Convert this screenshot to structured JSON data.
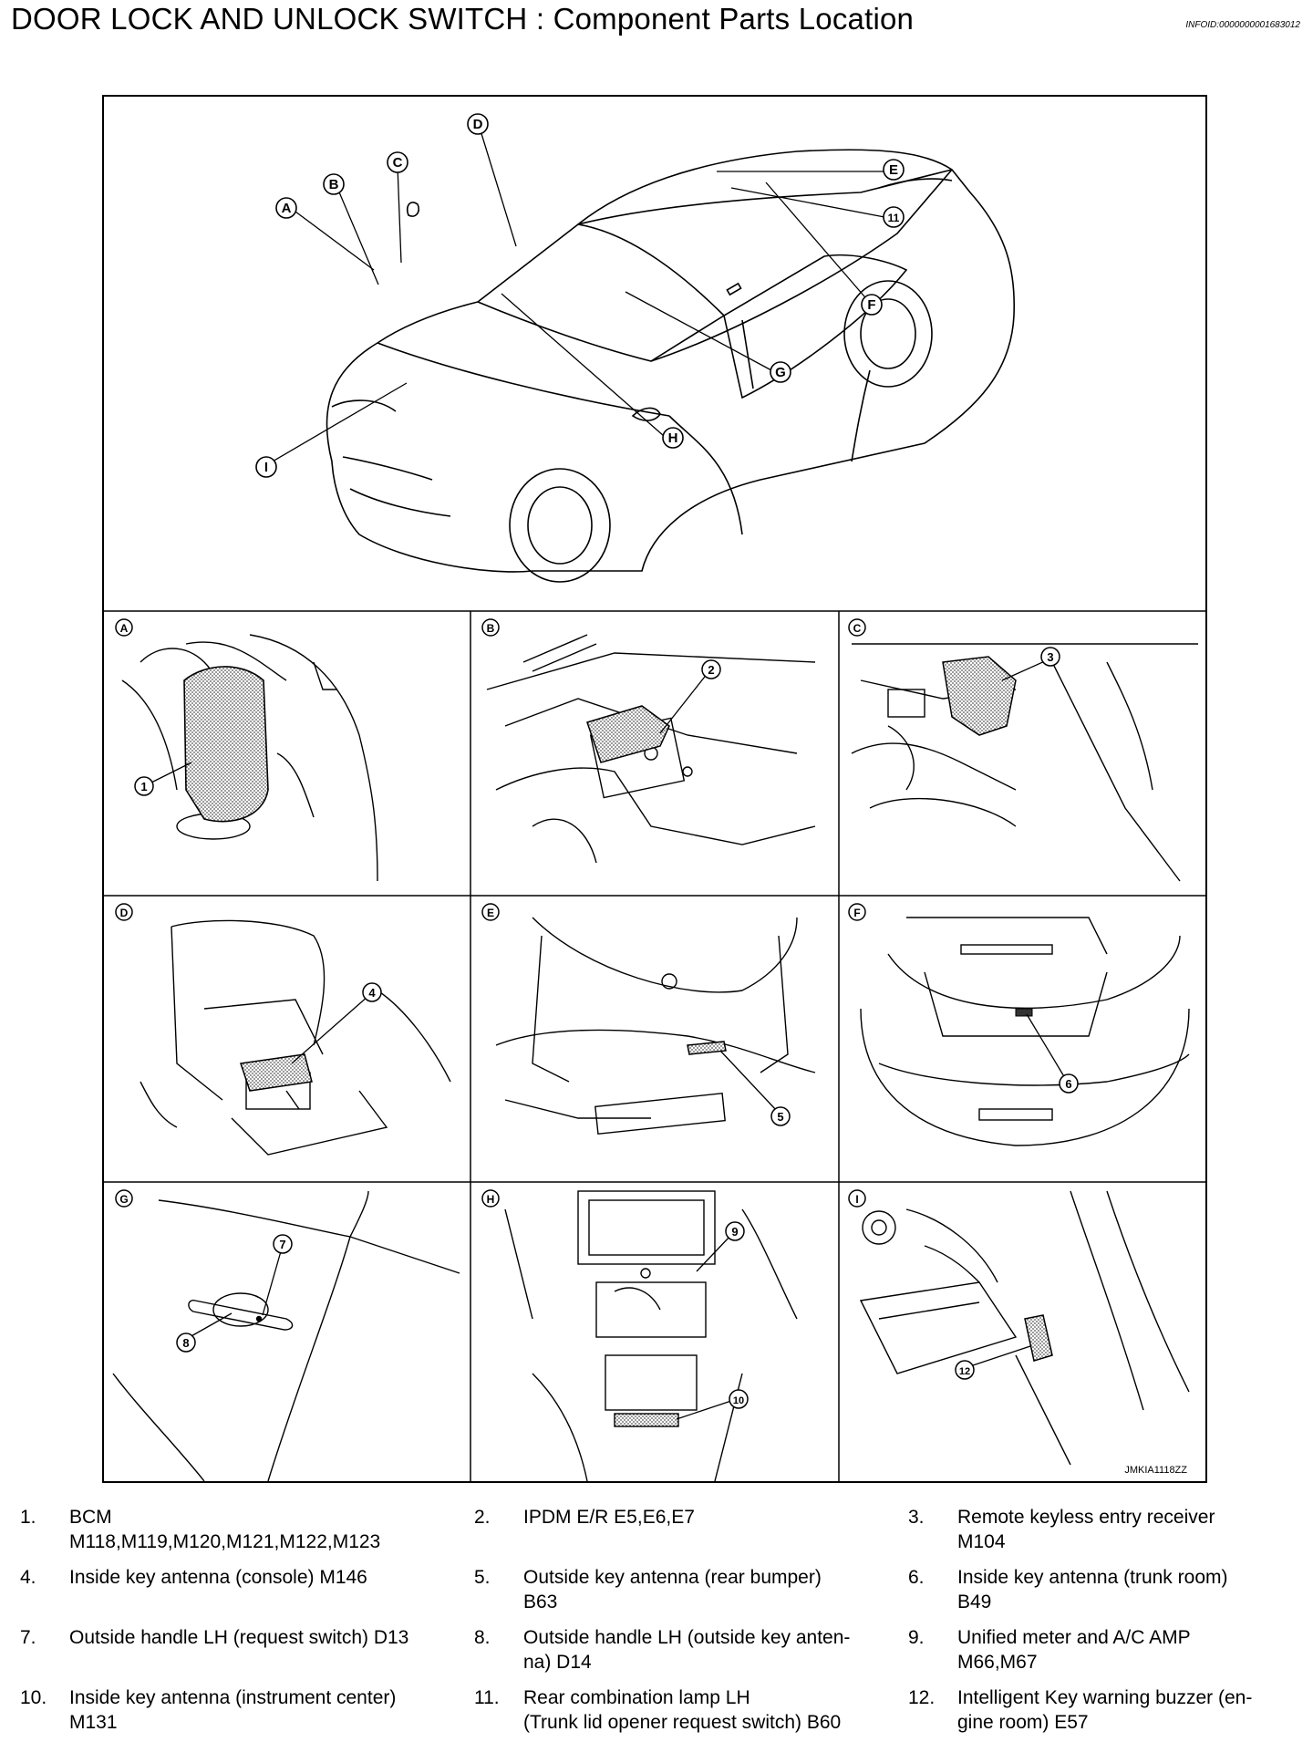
{
  "header": {
    "title": "DOOR LOCK AND UNLOCK SWITCH : Component  Parts  Location",
    "info_id": "INFOID:0000000001683012"
  },
  "figure": {
    "figure_id": "JMKIA1118ZZ",
    "main_callouts": [
      "A",
      "B",
      "C",
      "D",
      "E",
      "F",
      "G",
      "H",
      "I",
      "11"
    ],
    "panels": [
      {
        "letter": "A",
        "part": "1"
      },
      {
        "letter": "B",
        "part": "2"
      },
      {
        "letter": "C",
        "part": "3"
      },
      {
        "letter": "D",
        "part": "4"
      },
      {
        "letter": "E",
        "part": "5"
      },
      {
        "letter": "F",
        "part": "6"
      },
      {
        "letter": "G",
        "parts": [
          "7",
          "8"
        ]
      },
      {
        "letter": "H",
        "parts": [
          "9",
          "10"
        ]
      },
      {
        "letter": "I",
        "part": "12"
      }
    ]
  },
  "legend": [
    {
      "num": "1.",
      "line1": "BCM",
      "line2": "M118,M119,M120,M121,M122,M123"
    },
    {
      "num": "2.",
      "line1": "IPDM E/R E5,E6,E7",
      "line2": ""
    },
    {
      "num": "3.",
      "line1": "Remote keyless entry receiver",
      "line2": "M104"
    },
    {
      "num": "4.",
      "line1": "Inside key antenna (console) M146",
      "line2": ""
    },
    {
      "num": "5.",
      "line1": "Outside key antenna (rear bumper)",
      "line2": "B63"
    },
    {
      "num": "6.",
      "line1": "Inside key antenna (trunk room)",
      "line2": "B49"
    },
    {
      "num": "7.",
      "line1": "Outside handle LH (request switch) D13",
      "line2": ""
    },
    {
      "num": "8.",
      "line1": "Outside handle LH (outside key anten-",
      "line2": "na) D14"
    },
    {
      "num": "9.",
      "line1": "Unified meter and A/C AMP",
      "line2": "M66,M67"
    },
    {
      "num": "10.",
      "line1": "Inside key antenna (instrument center)",
      "line2": "M131"
    },
    {
      "num": "11.",
      "line1": "Rear combination lamp LH",
      "line2": "(Trunk lid opener request switch) B60"
    },
    {
      "num": "12.",
      "line1": "Intelligent Key warning buzzer (en-",
      "line2": "gine room) E57"
    }
  ]
}
